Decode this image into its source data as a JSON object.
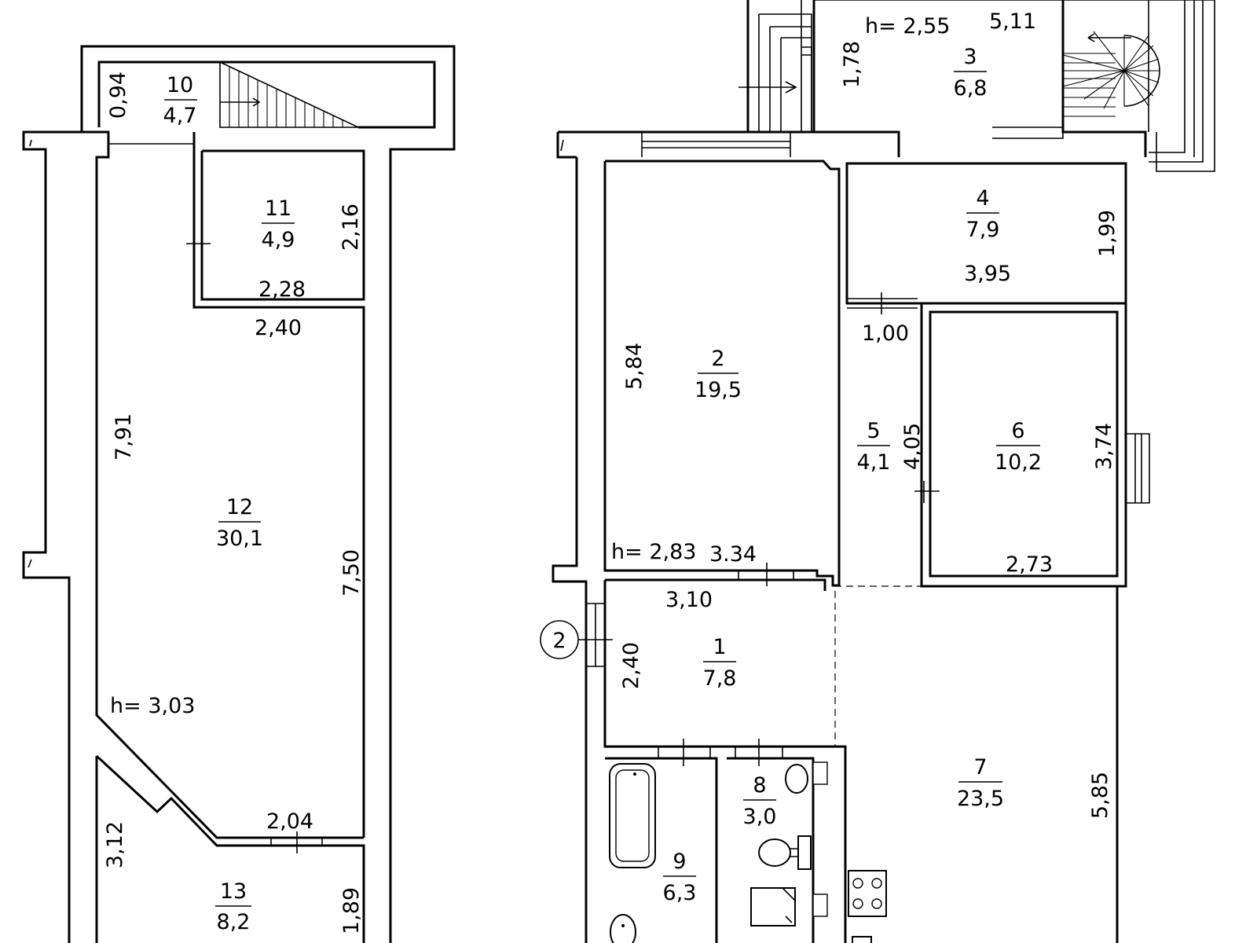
{
  "plan": {
    "rooms": [
      {
        "number": "1",
        "area": "7,8"
      },
      {
        "number": "2",
        "area": "19,5"
      },
      {
        "number": "3",
        "area": "6,8"
      },
      {
        "number": "4",
        "area": "7,9"
      },
      {
        "number": "5",
        "area": "4,1"
      },
      {
        "number": "6",
        "area": "10,2"
      },
      {
        "number": "7",
        "area": "23,5"
      },
      {
        "number": "8",
        "area": "3,0"
      },
      {
        "number": "9",
        "area": "6,3"
      },
      {
        "number": "10",
        "area": "4,7"
      },
      {
        "number": "11",
        "area": "4,9"
      },
      {
        "number": "12",
        "area": "30,1"
      },
      {
        "number": "13",
        "area": "8,2"
      }
    ],
    "dimensions": {
      "d_094": "0,94",
      "d_216": "2,16",
      "d_228": "2,28",
      "d_240_top": "2,40",
      "d_791": "7,91",
      "d_750": "7,50",
      "d_204": "2,04",
      "d_312": "3,12",
      "d_189": "1,89",
      "d_178": "1,78",
      "d_511": "5,11",
      "d_584": "5,84",
      "d_334": "3.34",
      "d_310": "3,10",
      "d_240_hall": "2,40",
      "d_395": "3,95",
      "d_199": "1,99",
      "d_100": "1,00",
      "d_405": "4,05",
      "d_374": "3,74",
      "d_273": "2,73",
      "d_585": "5,85"
    },
    "heights": {
      "h_left": "h= 3,03",
      "h_balcony": "h= 2,55",
      "h_room2": "h= 2,83"
    },
    "section_marker": "2"
  }
}
